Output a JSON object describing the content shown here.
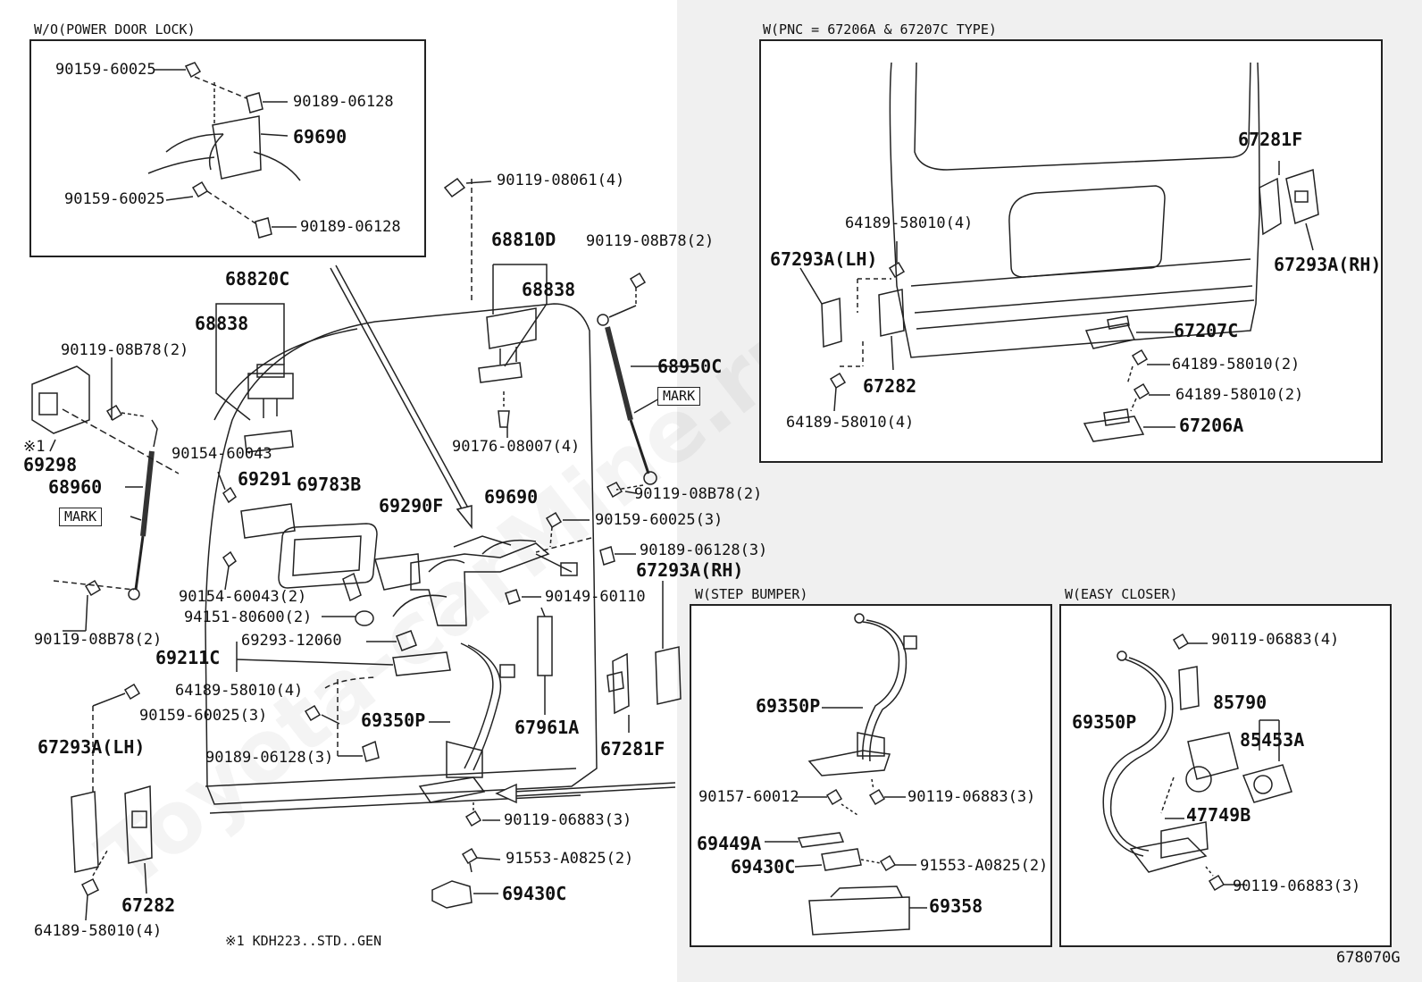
{
  "watermark": "Toyota-carMine.ru",
  "sections": {
    "wo_power_door_lock": "W/O(POWER DOOR LOCK)",
    "w_pnc": "W(PNC = 67206A & 67207C TYPE)",
    "w_step_bumper": "W(STEP BUMPER)",
    "w_easy_closer": "W(EASY CLOSER)"
  },
  "labels": {
    "p_90159_60025_a": "90159-60025",
    "p_90189_06128_a": "90189-06128",
    "p_69690_a": "69690",
    "p_90159_60025_b": "90159-60025",
    "p_90189_06128_b": "90189-06128",
    "p_90119_08061": "90119-08061(4)",
    "p_68810D": "68810D",
    "p_68838_r": "68838",
    "p_90119_08B78_top": "90119-08B78(2)",
    "p_68820C": "68820C",
    "p_68838_l": "68838",
    "p_68950C": "68950C",
    "mark_r": "MARK",
    "p_90119_08B78_left": "90119-08B78(2)",
    "p_ref1": "※1",
    "p_69298": "69298",
    "p_68960": "68960",
    "mark_l": "MARK",
    "p_90154_60043": "90154-60043",
    "p_90176_08007": "90176-08007(4)",
    "p_69291": "69291",
    "p_69783B": "69783B",
    "p_69290F": "69290F",
    "p_69690_b": "69690",
    "p_90119_08B78_mid": "90119-08B78(2)",
    "p_90159_60025_3a": "90159-60025(3)",
    "p_90189_06128_3a": "90189-06128(3)",
    "p_67293A_RH_main": "67293A(RH)",
    "p_90154_60043_2": "90154-60043(2)",
    "p_94151_80600": "94151-80600(2)",
    "p_90149_60110": "90149-60110",
    "p_90119_08B78_bot": "90119-08B78(2)",
    "p_69211C": "69211C",
    "p_69293_12060": "69293-12060",
    "p_64189_58010_a": "64189-58010(4)",
    "p_90159_60025_3b": "90159-60025(3)",
    "p_67293A_LH_main": "67293A(LH)",
    "p_69350P_main": "69350P",
    "p_67961A": "67961A",
    "p_67281F_main": "67281F",
    "p_90189_06128_3b": "90189-06128(3)",
    "p_90119_06883_3": "90119-06883(3)",
    "p_91553_A0825": "91553-A0825(2)",
    "p_69430C_main": "69430C",
    "p_67282_main": "67282",
    "p_64189_58010_b": "64189-58010(4)",
    "footnote": "※1 KDH223..STD..GEN",
    "pnc_67281F": "67281F",
    "pnc_64189_58010_4a": "64189-58010(4)",
    "pnc_67293A_LH": "67293A(LH)",
    "pnc_67293A_RH": "67293A(RH)",
    "pnc_67207C": "67207C",
    "pnc_64189_58010_2a": "64189-58010(2)",
    "pnc_67282": "67282",
    "pnc_64189_58010_2b": "64189-58010(2)",
    "pnc_64189_58010_4b": "64189-58010(4)",
    "pnc_67206A": "67206A",
    "sb_69350P": "69350P",
    "sb_90157_60012": "90157-60012",
    "sb_90119_06883": "90119-06883(3)",
    "sb_69449A": "69449A",
    "sb_69430C": "69430C",
    "sb_91553_A0825": "91553-A0825(2)",
    "sb_69358": "69358",
    "ec_90119_06883_4": "90119-06883(4)",
    "ec_85790": "85790",
    "ec_69350P": "69350P",
    "ec_85453A": "85453A",
    "ec_47749B": "47749B",
    "ec_90119_06883_3": "90119-06883(3)",
    "fig_code": "678070G"
  }
}
